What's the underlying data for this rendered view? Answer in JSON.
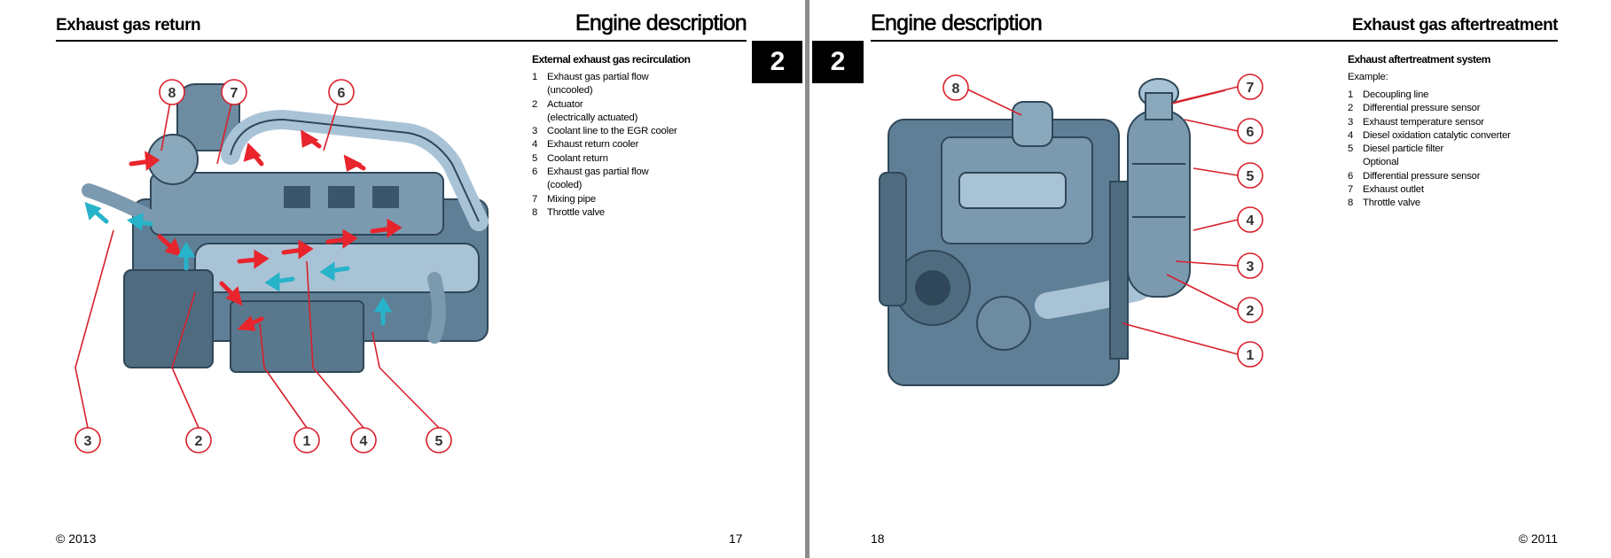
{
  "left": {
    "section": "Exhaust gas return",
    "chapter": "Engine description",
    "tab": "2",
    "subtitle": "External exhaust gas recirculation",
    "legend": [
      {
        "n": "1",
        "lines": [
          "Exhaust gas partial flow",
          "(uncooled)"
        ]
      },
      {
        "n": "2",
        "lines": [
          "Actuator",
          "(electrically actuated)"
        ]
      },
      {
        "n": "3",
        "lines": [
          "Coolant line to the EGR cooler"
        ]
      },
      {
        "n": "4",
        "lines": [
          "Exhaust return cooler"
        ]
      },
      {
        "n": "5",
        "lines": [
          "Coolant return"
        ]
      },
      {
        "n": "6",
        "lines": [
          "Exhaust gas partial flow",
          "(cooled)"
        ]
      },
      {
        "n": "7",
        "lines": [
          "Mixing pipe"
        ]
      },
      {
        "n": "8",
        "lines": [
          "Throttle valve"
        ]
      }
    ],
    "callouts": [
      "1",
      "2",
      "3",
      "4",
      "5",
      "6",
      "7",
      "8"
    ],
    "copyright": "© 2013",
    "page_number": "17"
  },
  "right": {
    "section": "Exhaust gas aftertreatment",
    "chapter": "Engine description",
    "tab": "2",
    "subtitle": "Exhaust aftertreatment system",
    "example_label": "Example:",
    "legend": [
      {
        "n": "1",
        "lines": [
          "Decoupling line"
        ]
      },
      {
        "n": "2",
        "lines": [
          "Differential pressure sensor"
        ]
      },
      {
        "n": "3",
        "lines": [
          "Exhaust temperature sensor"
        ]
      },
      {
        "n": "4",
        "lines": [
          "Diesel oxidation catalytic converter"
        ]
      },
      {
        "n": "5",
        "lines": [
          "Diesel particle filter",
          "Optional"
        ]
      },
      {
        "n": "6",
        "lines": [
          "Differential pressure sensor"
        ]
      },
      {
        "n": "7",
        "lines": [
          "Exhaust outlet"
        ]
      },
      {
        "n": "8",
        "lines": [
          "Throttle valve"
        ]
      }
    ],
    "callouts": [
      "1",
      "2",
      "3",
      "4",
      "5",
      "6",
      "7",
      "8"
    ],
    "copyright": "© 2011",
    "page_number": "18"
  },
  "colors": {
    "engine_body": "#5f7f96",
    "engine_dark": "#2f4758",
    "engine_light": "#a9c3d6",
    "callout_red": "#d8202a",
    "arrow_red": "#e8242c",
    "arrow_cyan": "#27b3c9",
    "gutter": "#8c8c8c"
  }
}
